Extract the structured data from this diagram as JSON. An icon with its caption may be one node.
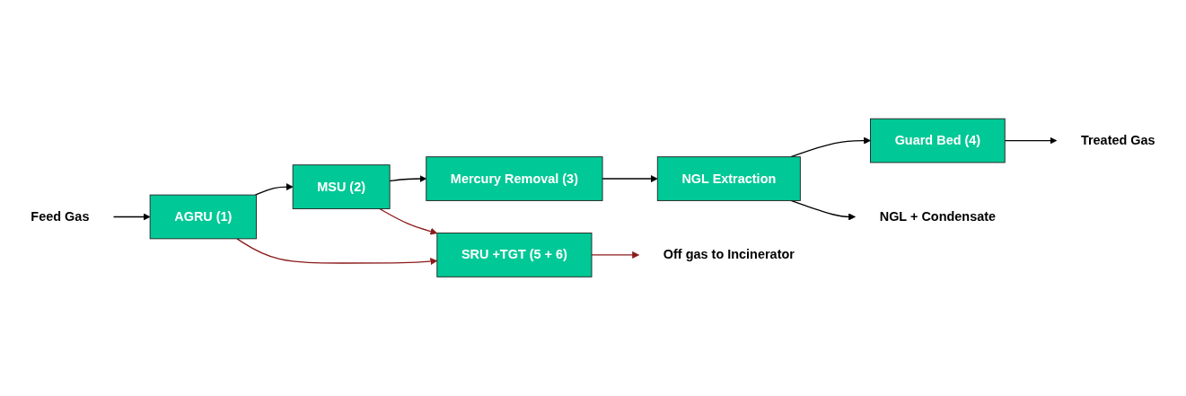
{
  "diagram": {
    "nodes": [
      {
        "text": [
          "Feed Gas"
        ]
      },
      {
        "text": [
          "AGRU (1)"
        ]
      },
      {
        "text": [
          "MSU (2)"
        ]
      },
      {
        "text": [
          "Mercury Removal (3)"
        ]
      },
      {
        "text": [
          "NGL Extraction"
        ]
      },
      {
        "text": [
          "Guard Bed (4)"
        ]
      },
      {
        "text": [
          "Treated Gas"
        ]
      },
      {
        "text": [
          "SRU +TGT (5 + 6)"
        ]
      },
      {
        "text": [
          "Off gas to Incinerator"
        ]
      },
      {
        "text": [
          "NGL + Condensate"
        ]
      }
    ],
    "edges": [
      {
        "from": 0,
        "to": 1,
        "arrow": "to"
      },
      {
        "from": 1,
        "to": 2,
        "arrow": "to"
      },
      {
        "from": 2,
        "to": 3,
        "arrow": "to"
      },
      {
        "from": 3,
        "to": 4,
        "arrow": "to"
      },
      {
        "from": 4,
        "to": 5,
        "arrow": "to"
      },
      {
        "from": 5,
        "to": 6,
        "arrow": "to"
      },
      {
        "from": 1,
        "to": 7,
        "arrow": "to",
        "color": "#8b1a1a"
      },
      {
        "from": 2,
        "to": 7,
        "arrow": "to",
        "color": "#8b1a1a"
      },
      {
        "from": 7,
        "to": 8,
        "arrow": "to",
        "color": "#8b1a1a"
      },
      {
        "from": 4,
        "to": 9,
        "arrow": "to"
      }
    ]
  }
}
